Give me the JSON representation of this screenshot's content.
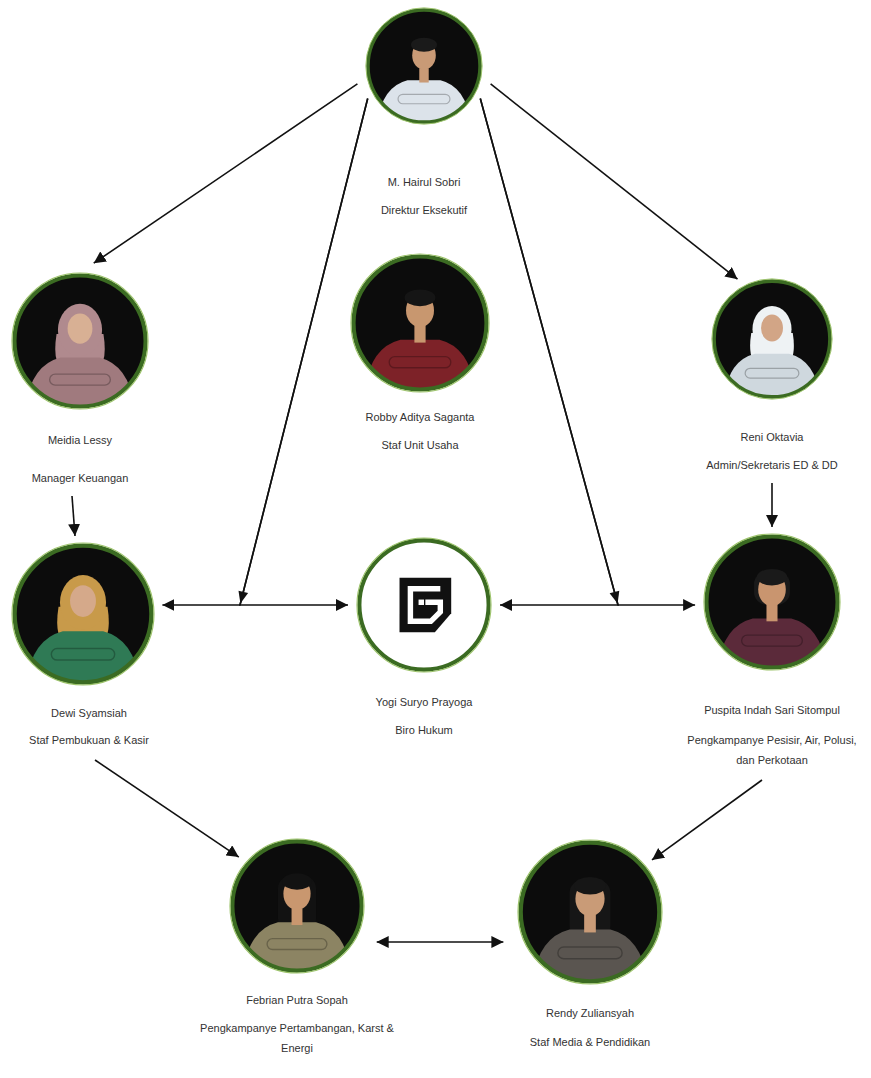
{
  "diagram": {
    "nodes": [
      {
        "text": [
          "M. Hairul Sobri",
          "Direktur Eksekutif"
        ]
      },
      {
        "text": [
          "Meidia Lessy",
          "Manager Keuangan"
        ]
      },
      {
        "text": [
          "Robby Aditya Saganta",
          "Staf Unit Usaha"
        ]
      },
      {
        "text": [
          "Reni Oktavia",
          "Admin/Sekretaris ED & DD"
        ]
      },
      {
        "text": [
          "Dewi Syamsiah",
          "Staf Pembukuan & Kasir"
        ]
      },
      {
        "text": [
          "Yogi Suryo Prayoga",
          "Biro Hukum"
        ]
      },
      {
        "text": [
          "Puspita Indah Sari Sitompul",
          "Pengkampanye Pesisir, Air, Polusi, dan Perkotaan"
        ]
      },
      {
        "text": [
          "Febrian Putra Sopah",
          "Pengkampanye Pertambangan, Karst & Energi"
        ]
      },
      {
        "text": [
          "Rendy Zuliansyah",
          "Staf Media & Pendidikan"
        ]
      }
    ],
    "edges": [
      {
        "from": 0,
        "to": 1,
        "arrow": "to"
      },
      {
        "from": 0,
        "to": 3,
        "arrow": "to"
      },
      {
        "from": 0,
        "to": 4,
        "arrow": "to"
      },
      {
        "from": 0,
        "to": 5,
        "arrow": "to"
      },
      {
        "from": 0,
        "to": 5,
        "arrow": "to"
      },
      {
        "from": 0,
        "to": 6,
        "arrow": "to"
      },
      {
        "from": 1,
        "to": 4,
        "arrow": "to"
      },
      {
        "from": 3,
        "to": 6,
        "arrow": "to"
      },
      {
        "from": 4,
        "to": 7,
        "arrow": "to"
      },
      {
        "from": 6,
        "to": 8,
        "arrow": "to"
      },
      {
        "from": 7,
        "to": 8,
        "arrow": "both"
      }
    ]
  }
}
